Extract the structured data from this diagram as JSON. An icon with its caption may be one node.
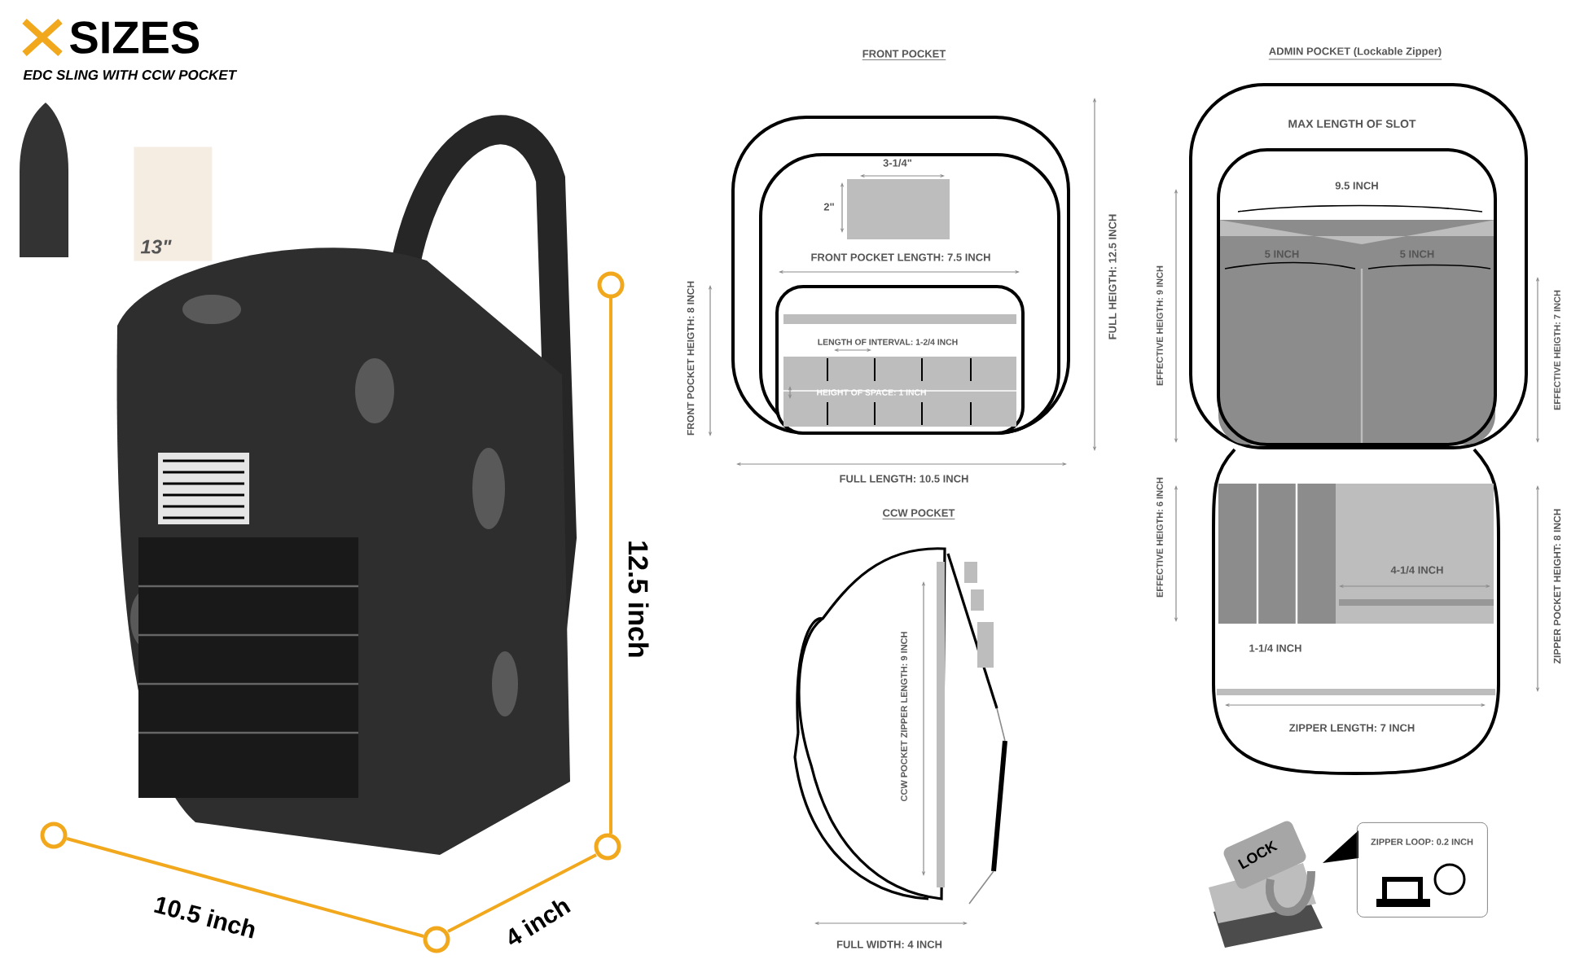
{
  "diagram": {
    "title": "SIZES",
    "nodes": [
      {
        "text": [
          "13\""
        ]
      },
      {
        "text": [
          "ZIPPER LOOP: 0.2 INCH"
        ]
      }
    ],
    "labels": [
      "EDC SLING WITH CCW POCKET",
      "12.5 inch",
      "10.5 inch",
      "4 inch",
      "FRONT POCKET",
      "3-1/4\"",
      "2\"",
      "FRONT POCKET LENGTH: 7.5 INCH",
      "LENGTH OF INTERVAL: 1-2/4 INCH",
      "HEIGHT OF SPACE: 1 INCH",
      "FRONT POCKET HEIGTH: 8 INCH",
      "FULL HEIGTH: 12.5 INCH",
      "FULL LENGTH: 10.5 INCH",
      "CCW POCKET",
      "CCW POCKET ZIPPER LENGTH: 9 INCH",
      "FULL WIDTH: 4 INCH",
      "ADMIN POCKET (Lockable Zipper)",
      "MAX LENGTH OF SLOT",
      "9.5 INCH",
      "5 INCH",
      "5 INCH",
      "EFFECTIVE HEIGTH: 9 INCH",
      "EFFECTIVE HEIGTH: 7 INCH",
      "EFFECTIVE HEIGTH: 6 INCH",
      "4-1/4 INCH",
      "1-1/4 INCH",
      "ZIPPER POCKET HEIGHT: 8 INCH",
      "ZIPPER LENGTH: 7 INCH",
      "LOCK"
    ]
  }
}
